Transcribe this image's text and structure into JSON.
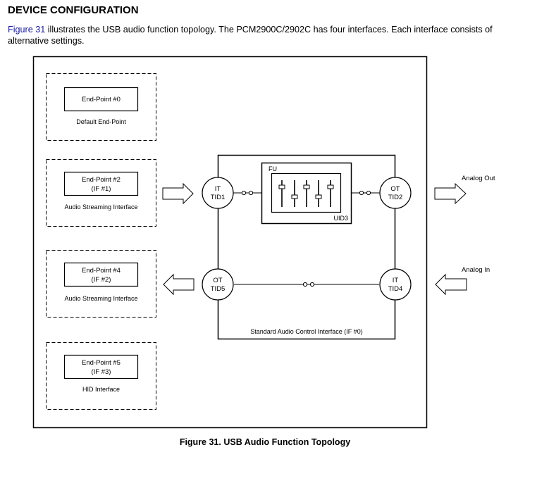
{
  "heading": "DEVICE CONFIGURATION",
  "intro": {
    "link_text": "Figure 31",
    "text": " illustrates the USB audio function topology. The PCM2900C/2902C has four interfaces. Each interface consists of alternative settings."
  },
  "figure": {
    "caption": "Figure 31.  USB Audio Function Topology",
    "endpoints": [
      {
        "line1": "End-Point #0",
        "line2": "",
        "label": "Default End-Point"
      },
      {
        "line1": "End-Point #2",
        "line2": "(IF #1)",
        "label": "Audio Streaming Interface"
      },
      {
        "line1": "End-Point #4",
        "line2": "(IF #2)",
        "label": "Audio Streaming Interface"
      },
      {
        "line1": "End-Point #5",
        "line2": "(IF #3)",
        "label": "HID Interface"
      }
    ],
    "terminals": {
      "it1": {
        "line1": "IT",
        "line2": "TID1"
      },
      "ot2": {
        "line1": "OT",
        "line2": "TID2"
      },
      "ot5": {
        "line1": "OT",
        "line2": "TID5"
      },
      "it4": {
        "line1": "IT",
        "line2": "TID4"
      }
    },
    "feature_unit": {
      "label": "FU",
      "uid": "UID3"
    },
    "control_interface_label": "Standard Audio Control Interface (IF #0)",
    "analog_out": "Analog Out",
    "analog_in": "Analog In"
  }
}
